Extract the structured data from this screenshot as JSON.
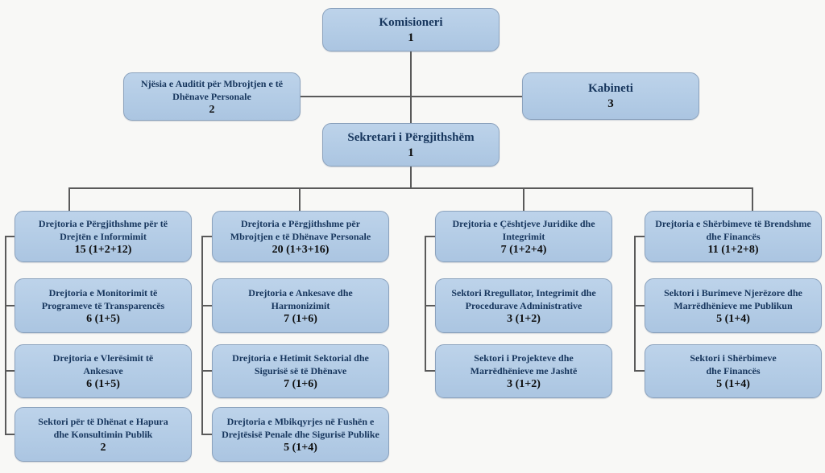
{
  "page": {
    "background_color": "#f8f8f6",
    "box_fill_color": "#b5cce6",
    "box_border_color": "#8ba2bd",
    "connector_color": "#5a5a5a",
    "title_text_color": "#17365d",
    "count_text_color": "#0d0d0d"
  },
  "top": {
    "komisioneri": {
      "lines": [
        "Komisioneri"
      ],
      "count": "1"
    },
    "audit": {
      "lines": [
        "Njësia e Auditit për Mbrojtjen e të",
        "Dhënave Personale"
      ],
      "count": "2"
    },
    "kabineti": {
      "lines": [
        "Kabineti"
      ],
      "count": "3"
    },
    "sekretari": {
      "lines": [
        "Sekretari i Përgjithshëm"
      ],
      "count": "1"
    }
  },
  "columns": [
    {
      "boxes": [
        {
          "lines": [
            "Drejtoria e Përgjithshme për të",
            "Drejtën e Informimit"
          ],
          "count": "15 (1+2+12)"
        },
        {
          "lines": [
            "Drejtoria e Monitorimit të",
            "Programeve të Transparencës"
          ],
          "count": "6 (1+5)"
        },
        {
          "lines": [
            "Drejtoria e Vlerësimit të",
            "Ankesave"
          ],
          "count": "6 (1+5)"
        },
        {
          "lines": [
            "Sektori për të Dhënat e Hapura",
            "dhe Konsultimin Publik"
          ],
          "count": "2"
        }
      ]
    },
    {
      "boxes": [
        {
          "lines": [
            "Drejtoria e Përgjithshme për",
            "Mbrojtjen e të Dhënave Personale"
          ],
          "count": "20 (1+3+16)"
        },
        {
          "lines": [
            "Drejtoria e Ankesave dhe",
            "Harmonizimit"
          ],
          "count": "7 (1+6)"
        },
        {
          "lines": [
            "Drejtoria e Hetimit Sektorial dhe",
            "Sigurisë së të Dhënave"
          ],
          "count": "7 (1+6)"
        },
        {
          "lines": [
            "Drejtoria e Mbikqyrjes në Fushën e",
            "Drejtësisë Penale dhe Sigurisë Publike"
          ],
          "count": "5 (1+4)"
        }
      ]
    },
    {
      "boxes": [
        {
          "lines": [
            "Drejtoria e Çështjeve Juridike dhe",
            "Integrimit"
          ],
          "count": "7 (1+2+4)"
        },
        {
          "lines": [
            "Sektori Rregullator, Integrimit dhe",
            "Procedurave Administrative"
          ],
          "count": "3 (1+2)"
        },
        {
          "lines": [
            "Sektori i Projekteve dhe",
            "Marrëdhënieve me Jashtë"
          ],
          "count": "3 (1+2)"
        }
      ]
    },
    {
      "boxes": [
        {
          "lines": [
            "Drejtoria e Shërbimeve të Brendshme",
            "dhe Financës"
          ],
          "count": "11 (1+2+8)"
        },
        {
          "lines": [
            "Sektori i Burimeve Njerëzore dhe",
            "Marrëdhënieve me Publikun"
          ],
          "count": "5 (1+4)"
        },
        {
          "lines": [
            "Sektori i Shërbimeve",
            "dhe Financës"
          ],
          "count": "5 (1+4)"
        }
      ]
    }
  ]
}
